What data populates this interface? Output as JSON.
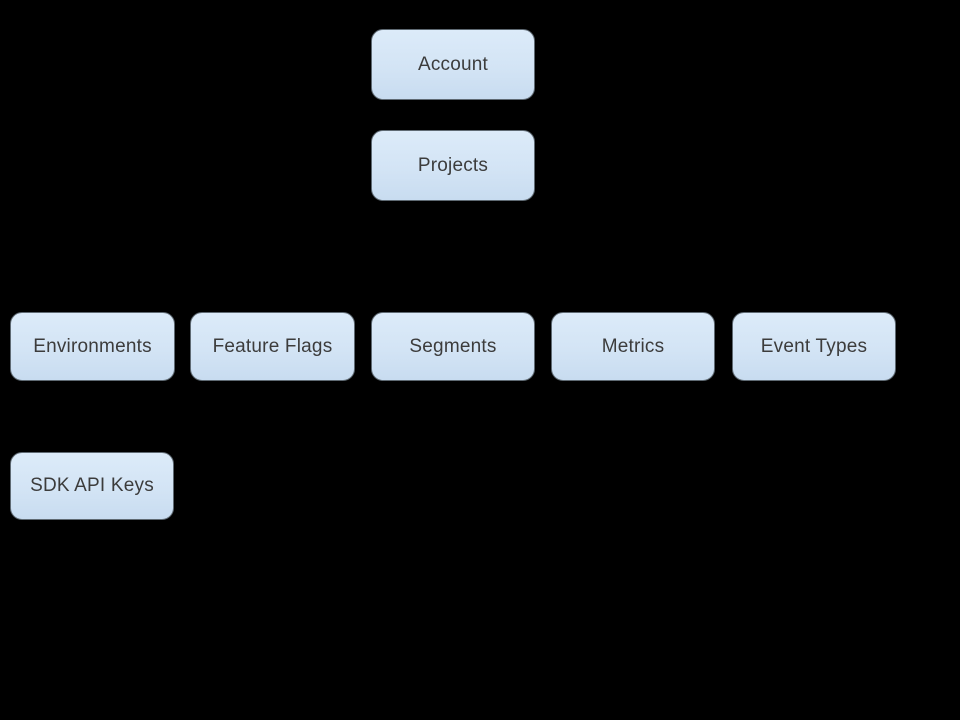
{
  "colors": {
    "background": "#000000",
    "node_fill": "#d3e4f5",
    "node_border": "#5f6a73",
    "node_text": "#3c3c3c"
  },
  "diagram": {
    "nodes": [
      {
        "id": "account",
        "label": "Account"
      },
      {
        "id": "projects",
        "label": "Projects"
      },
      {
        "id": "environments",
        "label": "Environments"
      },
      {
        "id": "feature-flags",
        "label": "Feature Flags"
      },
      {
        "id": "segments",
        "label": "Segments"
      },
      {
        "id": "metrics",
        "label": "Metrics"
      },
      {
        "id": "event-types",
        "label": "Event Types"
      },
      {
        "id": "sdk-api-keys",
        "label": "SDK API Keys"
      }
    ]
  }
}
